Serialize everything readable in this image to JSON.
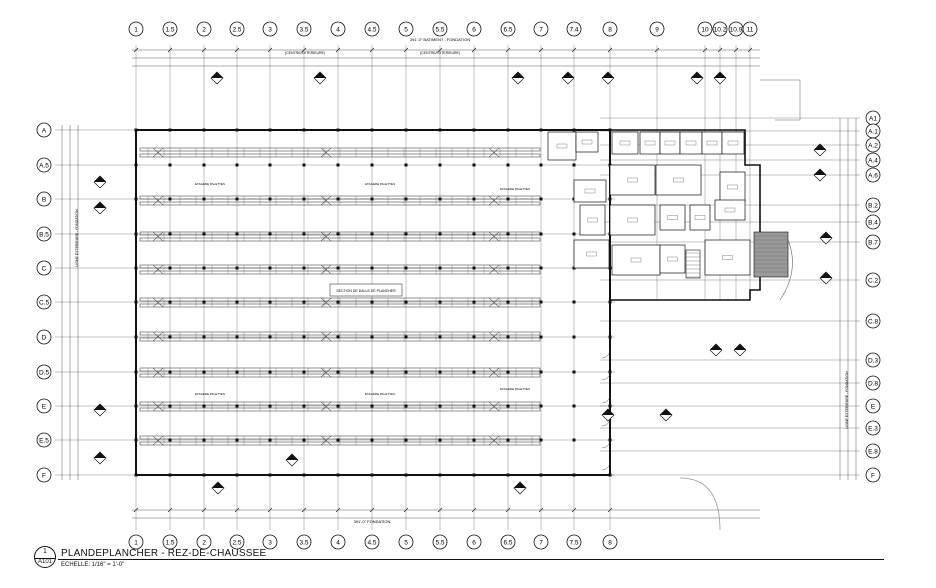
{
  "drawing": {
    "title": "PLANDEPLANCHER - REZ-DE-CHAUSSEE",
    "scale": "ECHELLE: 1/16\" = 1'-0\"",
    "view_number": "1",
    "sheet_number": "A101"
  },
  "grid": {
    "columns_top": [
      "1",
      "1.5",
      "2",
      "2.5",
      "3",
      "3.5",
      "4",
      "4.5",
      "5",
      "5.5",
      "6",
      "6.5",
      "7",
      "7.4",
      "8",
      "9",
      "10",
      "10.2",
      "10.9",
      "11"
    ],
    "columns_bottom": [
      "1",
      "1.5",
      "2",
      "2.5",
      "3",
      "3.5",
      "4",
      "4.5",
      "5",
      "5.5",
      "6",
      "6.5",
      "7",
      "7.5",
      "8"
    ],
    "rows_left": [
      "A",
      "A.5",
      "B",
      "B.5",
      "C",
      "C.5",
      "D",
      "D.5",
      "E",
      "E.5",
      "F"
    ],
    "rows_right": [
      "A1",
      "A.1",
      "A.2",
      "A.4",
      "A.6",
      "B.2",
      "B.4",
      "B.7",
      "C.2",
      "C.8",
      "D.3",
      "D.8",
      "E",
      "E.3",
      "E.8",
      "F"
    ]
  },
  "notes": {
    "top_overall": "391'-0\" BATIMENT - FONDATION",
    "top_center_a": "(CENTRE/EXTERIEURE)",
    "top_center_b": "(CENTRE/EXTERIEURE)",
    "bottom_overall": "391'-0\" FONDATION",
    "left_side": "LIGNE EXTERIEURE - FONDATION",
    "right_side": "LIGNE EXTERIEURE - FONDATION",
    "central_note": "SECTION DE DALLE DE PLANCHER",
    "racks_label": "ETAGERE PALETTES"
  }
}
